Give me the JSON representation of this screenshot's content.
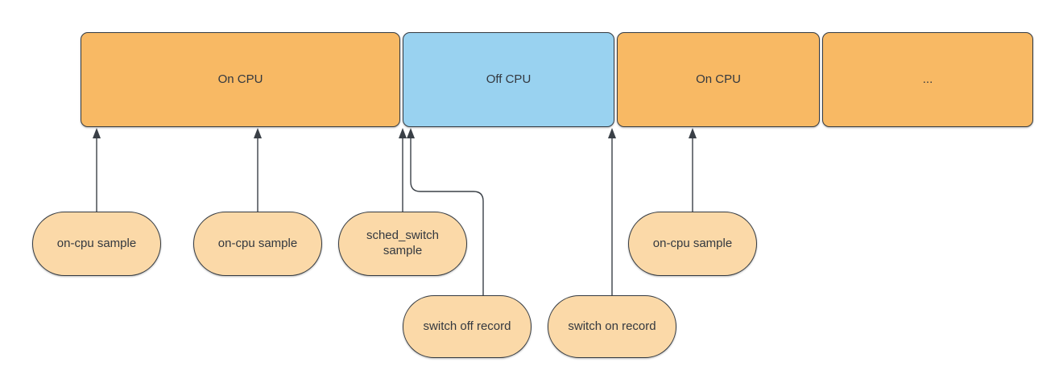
{
  "timeline": {
    "segments": [
      {
        "label": "On CPU",
        "state": "on-cpu"
      },
      {
        "label": "Off CPU",
        "state": "off-cpu"
      },
      {
        "label": "On CPU",
        "state": "on-cpu"
      },
      {
        "label": "...",
        "state": "on-cpu"
      }
    ]
  },
  "events": {
    "samples": [
      {
        "label": "on-cpu sample"
      },
      {
        "label": "on-cpu sample"
      },
      {
        "label": "sched_switch sample"
      },
      {
        "label": "on-cpu sample"
      }
    ],
    "records": [
      {
        "label": "switch off record"
      },
      {
        "label": "switch on record"
      }
    ]
  },
  "colors": {
    "on_cpu_fill": "#f8b964",
    "off_cpu_fill": "#99d2f0",
    "event_fill": "#fbd9a8",
    "stroke": "#353b42",
    "arrow": "#3a4047",
    "text": "#33383f",
    "background": "#ffffff"
  }
}
